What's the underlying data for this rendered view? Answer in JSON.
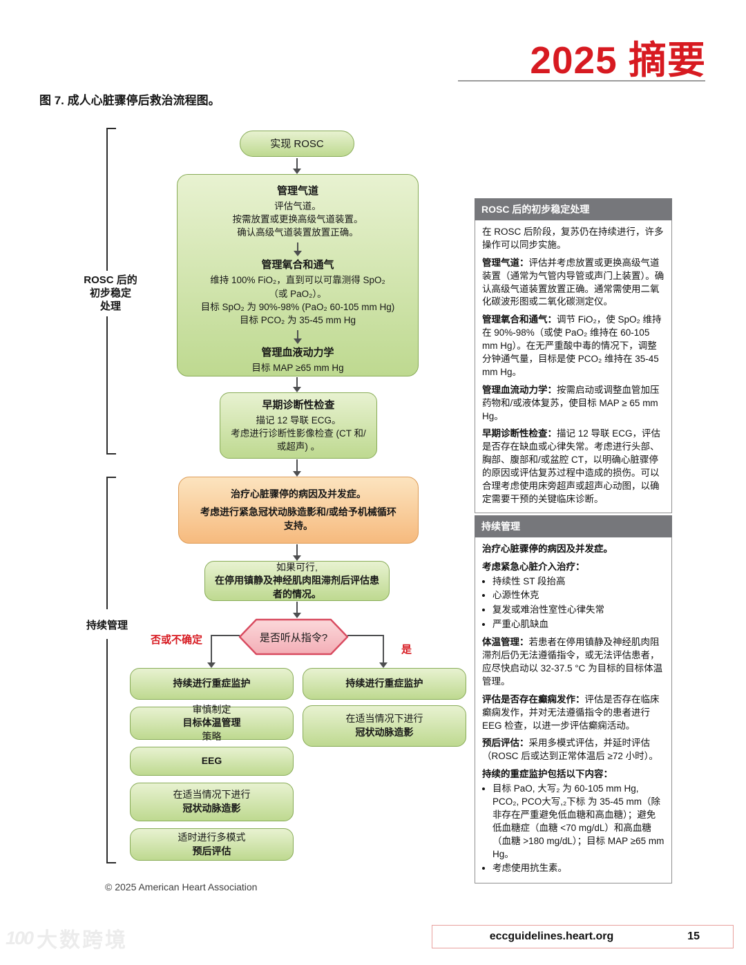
{
  "page": {
    "title": "2025 摘要",
    "figure_caption": "图 7. 成人心脏骤停后救治流程图。",
    "copyright": "© 2025 American Heart Association",
    "footer_url": "eccguidelines.heart.org",
    "page_number": "15",
    "watermark_logo": "100",
    "watermark_text": "大数跨境",
    "accent_red": "#d71a21",
    "green_border": "#87ab56",
    "orange_border": "#dd9b56",
    "header_gray": "#76777b"
  },
  "phases": {
    "phase1_lines": [
      "ROSC 后的",
      "初步稳定",
      "处理"
    ],
    "phase2_label": "持续管理"
  },
  "flow": {
    "start_label": "实现 ROSC",
    "stab": {
      "airway_title": "管理气道",
      "airway_lines": [
        "评估气道。",
        "按需放置或更换高级气道装置。",
        "确认高级气道装置放置正确。"
      ],
      "oxy_title": "管理氧合和通气",
      "oxy_lines": [
        "维持 100% FiO₂，直到可以可靠测得 SpO₂",
        "（或 PaO₂）。",
        "目标 SpO₂ 为 90%-98% (PaO₂ 60-105 mm Hg)",
        "目标 PCO₂ 为 35-45 mm Hg"
      ],
      "hemo_title": "管理血液动力学",
      "hemo_lines": [
        "目标 MAP ≥65 mm Hg"
      ]
    },
    "diag": {
      "title": "早期诊断性检查",
      "lines": [
        "描记 12 导联 ECG。",
        "考虑进行诊断性影像检查 (CT 和/或超声) 。"
      ]
    },
    "treat_lines": [
      "治疗心脏骤停的病因及并发症。",
      "考虑进行紧急冠状动脉造影和/或给予机械循环支持。"
    ],
    "eval_html": "如果可行, <b>在停用镇静及神经肌肉阻滞剂后评估患者的情况。</b>",
    "decision_label": "是否听从指令?",
    "branch_no": "否或不确定",
    "branch_yes": "是",
    "left_boxes": [
      "<b>持续进行重症监护</b>",
      "审慎制定<b>目标体温管理</b>策略",
      "<b>EEG</b>",
      "在适当情况下进行<b>冠状动脉造影</b>",
      "适时进行多模式<b>预后评估</b>"
    ],
    "right_boxes": [
      "<b>持续进行重症监护</b>",
      "在适当情况下进行<b>冠状动脉造影</b>"
    ]
  },
  "sidebar": {
    "s1": {
      "title": "ROSC 后的初步稳定处理",
      "p1": "在 ROSC 后阶段，复苏仍在持续进行，许多操作可以同步实施。",
      "p2": "<b>管理气道：</b>评估并考虑放置或更换高级气道装置（通常为气管内导管或声门上装置）。确认高级气道装置放置正确。通常需使用二氧化碳波形图或二氧化碳测定仪。",
      "p3": "<b>管理氧合和通气：</b>调节 FiO₂，使 SpO₂ 维持在 90%-98%（或使 PaO₂ 维持在 60-105 mm Hg）。在无严重酸中毒的情况下，调整分钟通气量，目标是使 PCO₂ 维持在 35-45 mm Hg。",
      "p4": "<b>管理血流动力学：</b>按需启动或调整血管加压药物和/或液体复苏，使目标 MAP ≥ 65 mm Hg。",
      "p5": "<b>早期诊断性检查：</b>描记 12 导联 ECG，评估是否存在缺血或心律失常。考虑进行头部、胸部、腹部和/或盆腔 CT，以明确心脏骤停的原因或评估复苏过程中造成的损伤。可以合理考虑使用床旁超声或超声心动图，以确定需要干预的关键临床诊断。"
    },
    "s2": {
      "title": "持续管理",
      "p1": "<b>治疗心脏骤停的病因及并发症。</b>",
      "p2": "<b>考虑紧急心脏介入治疗：</b>",
      "bullets1": [
        "持续性 ST 段抬高",
        "心源性休克",
        "复发或难治性室性心律失常",
        "严重心肌缺血"
      ],
      "p3": "<b>体温管理：</b>若患者在停用镇静及神经肌肉阻滞剂后仍无法遵循指令，或无法评估患者，应尽快启动以 32-37.5 °C 为目标的目标体温管理。",
      "p4": "<b>评估是否存在癫痫发作：</b>评估是否存在临床癫痫发作，并对无法遵循指令的患者进行 EEG 检查，以进一步评估癫痫活动。",
      "p5": "<b>预后评估：</b>采用多模式评估，并延时评估（ROSC 后或达到正常体温后 ≥72 小时）。",
      "p6": "<b>持续的重症监护包括以下内容：</b>",
      "bullets2": [
        "目标 PaO, 大写₂ 为 60-105 mm Hg, PCO₂, PCO大写,₂下标 为 35-45 mm（除非存在严重避免低血糖和高血糖）；避免低血糖症（血糖 <70 mg/dL）和高血糖（血糖 >180 mg/dL）；目标 MAP ≥65 mm Hg。",
        "考虑使用抗生素。"
      ]
    }
  }
}
